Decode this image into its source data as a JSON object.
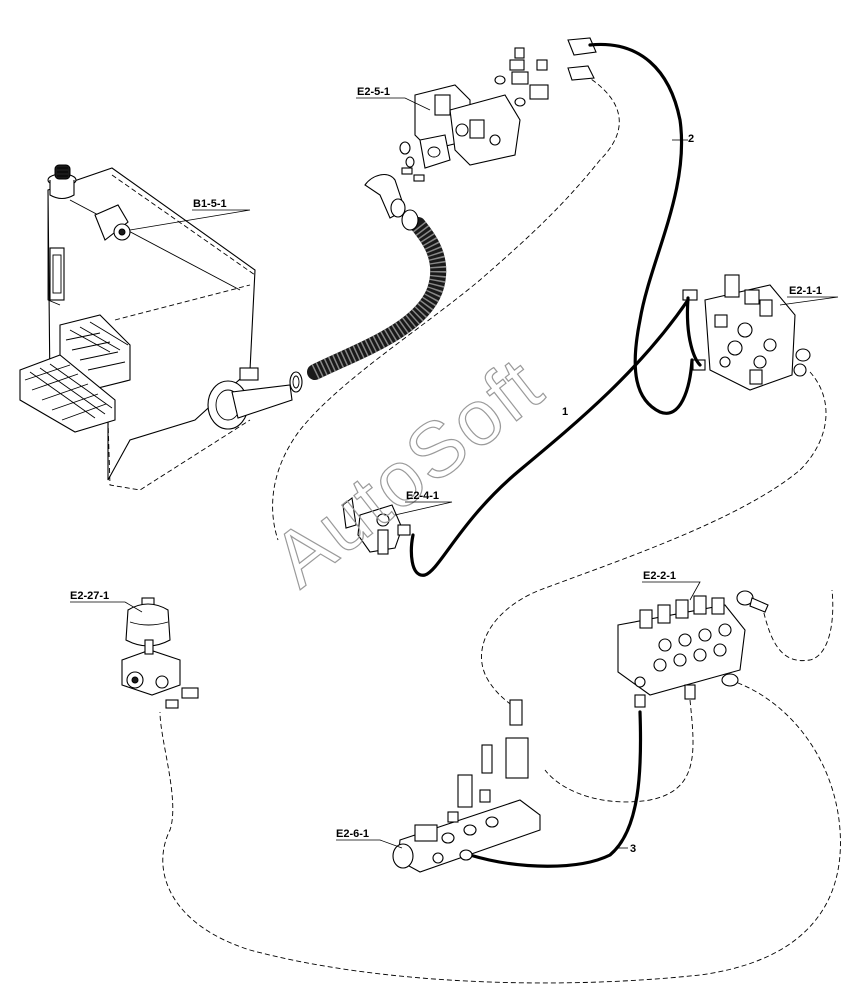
{
  "labels": {
    "e2_5_1": "E2-5-1",
    "b1_5_1": "B1-5-1",
    "e2_1_1": "E2-1-1",
    "e2_4_1": "E2-4-1",
    "e2_27_1": "E2-27-1",
    "e2_2_1": "E2-2-1",
    "e2_6_1": "E2-6-1"
  },
  "hose_numbers": {
    "hose_1": "1",
    "hose_2": "2",
    "hose_3": "3"
  },
  "watermark": "AutoSoft"
}
